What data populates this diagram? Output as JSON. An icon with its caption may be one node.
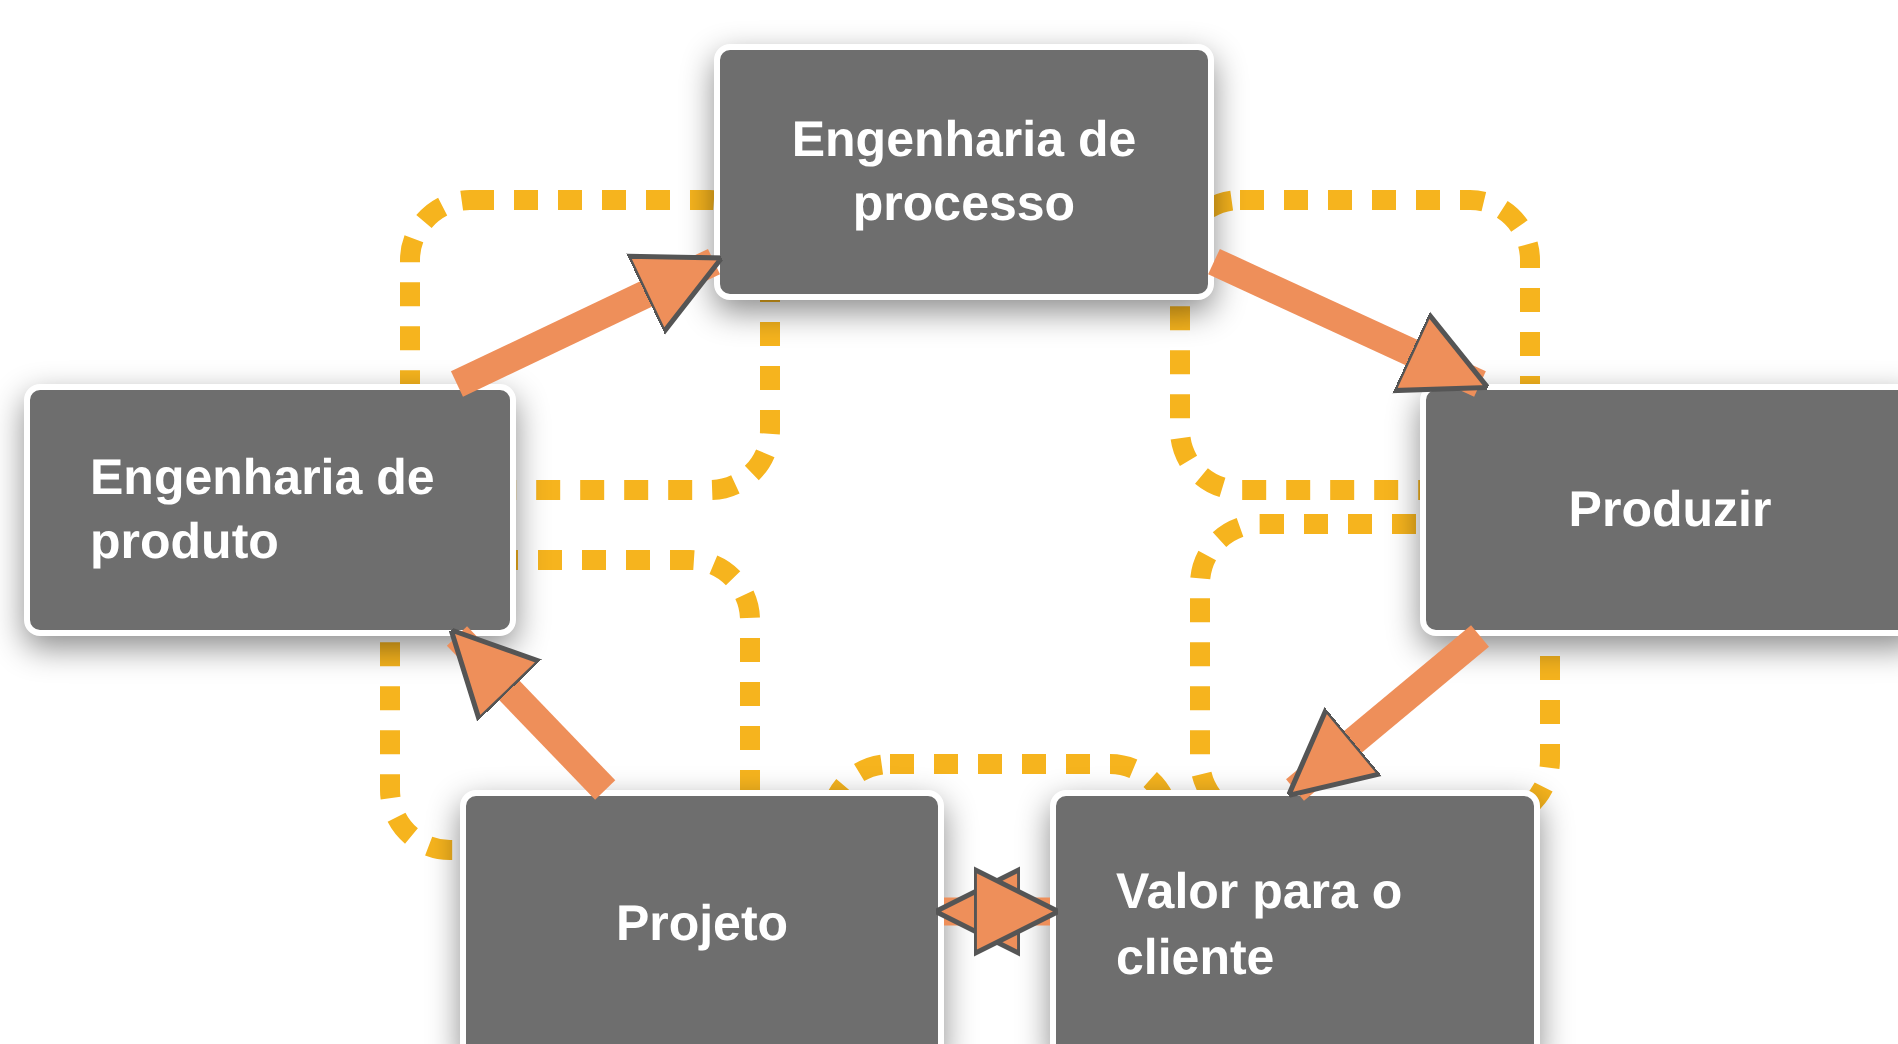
{
  "diagram": {
    "nodes": [
      {
        "text": [
          "Engenharia de processo"
        ]
      },
      {
        "text": [
          "Produzir"
        ]
      },
      {
        "text": [
          "Valor para o cliente"
        ]
      },
      {
        "text": [
          "Projeto"
        ]
      },
      {
        "text": [
          "Engenharia de produto"
        ]
      }
    ],
    "edges": [
      {
        "from": 4,
        "to": 0,
        "arrow": "to"
      },
      {
        "from": 0,
        "to": 1,
        "arrow": "to"
      },
      {
        "from": 1,
        "to": 2,
        "arrow": "to"
      },
      {
        "from": 3,
        "to": 2,
        "arrow": "both"
      },
      {
        "from": 3,
        "to": 4,
        "arrow": "to"
      }
    ]
  }
}
